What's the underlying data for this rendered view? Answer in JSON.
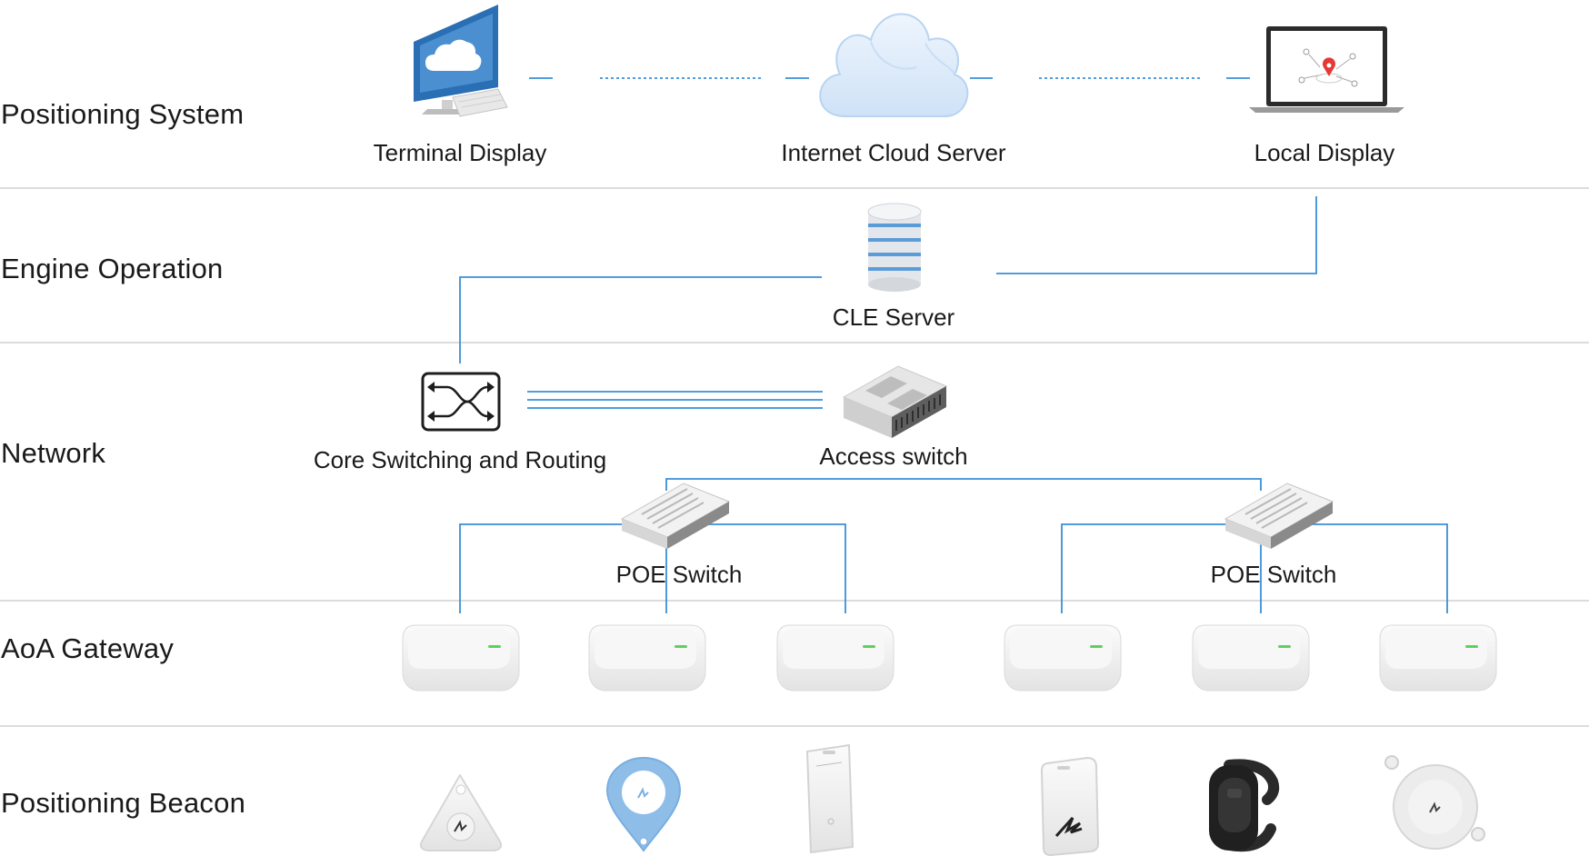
{
  "layers": [
    {
      "id": "positioning-system",
      "label": "Positioning System"
    },
    {
      "id": "engine-operation",
      "label": "Engine Operation"
    },
    {
      "id": "network",
      "label": "Network"
    },
    {
      "id": "aoa-gateway",
      "label": "AoA Gateway"
    },
    {
      "id": "positioning-beacon",
      "label": "Positioning Beacon"
    }
  ],
  "nodes": {
    "terminal_display": "Terminal Display",
    "cloud_server": "Internet Cloud Server",
    "local_display": "Local Display",
    "cle_server": "CLE Server",
    "core_switch": "Core Switching and Routing",
    "access_switch": "Access switch",
    "poe_switch_1": "POE Switch",
    "poe_switch_2": "POE Switch"
  },
  "icons": {
    "terminal_display": "desktop-monitor-icon",
    "cloud_server": "cloud-icon",
    "local_display": "laptop-map-icon",
    "cle_server": "database-server-icon",
    "core_switch": "core-switch-icon",
    "access_switch": "access-switch-icon",
    "poe_switch": "poe-switch-icon",
    "gateway": "aoa-gateway-icon",
    "beacons": [
      "triangle-beacon-icon",
      "teardrop-beacon-icon",
      "card-beacon-icon",
      "badge-beacon-icon",
      "wristband-beacon-icon",
      "round-beacon-icon"
    ]
  },
  "colors": {
    "connector": "#3a8fd6",
    "divider": "#d0d0d0",
    "accent": "#3f86c9"
  }
}
